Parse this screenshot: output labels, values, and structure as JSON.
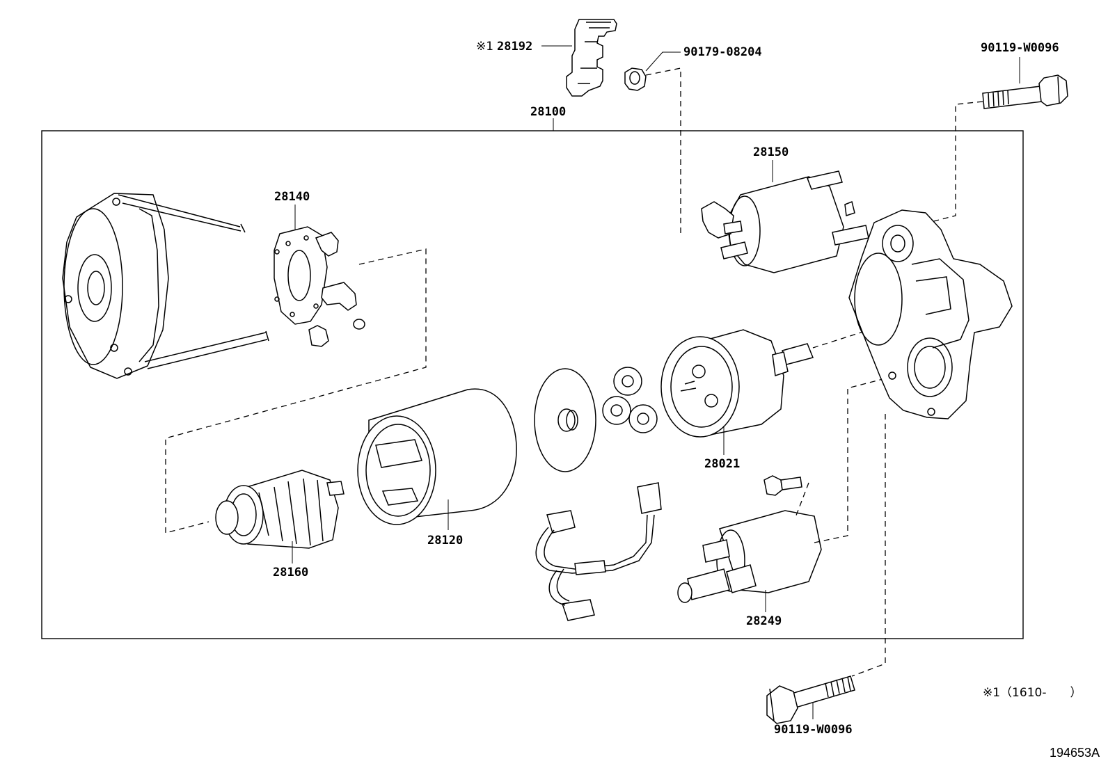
{
  "diagram": {
    "assembly_label": "28100",
    "parts": {
      "p28192": "28192",
      "p28192_mark": "※1",
      "p90179": "90179-08204",
      "p90119_top": "90119-W0096",
      "p28150": "28150",
      "p28140": "28140",
      "p28021": "28021",
      "p28120": "28120",
      "p28160": "28160",
      "p28249": "28249",
      "p90119_bottom": "90119-W0096"
    },
    "footnote": "※1（1610-　　）",
    "figure_code": "194653A"
  }
}
